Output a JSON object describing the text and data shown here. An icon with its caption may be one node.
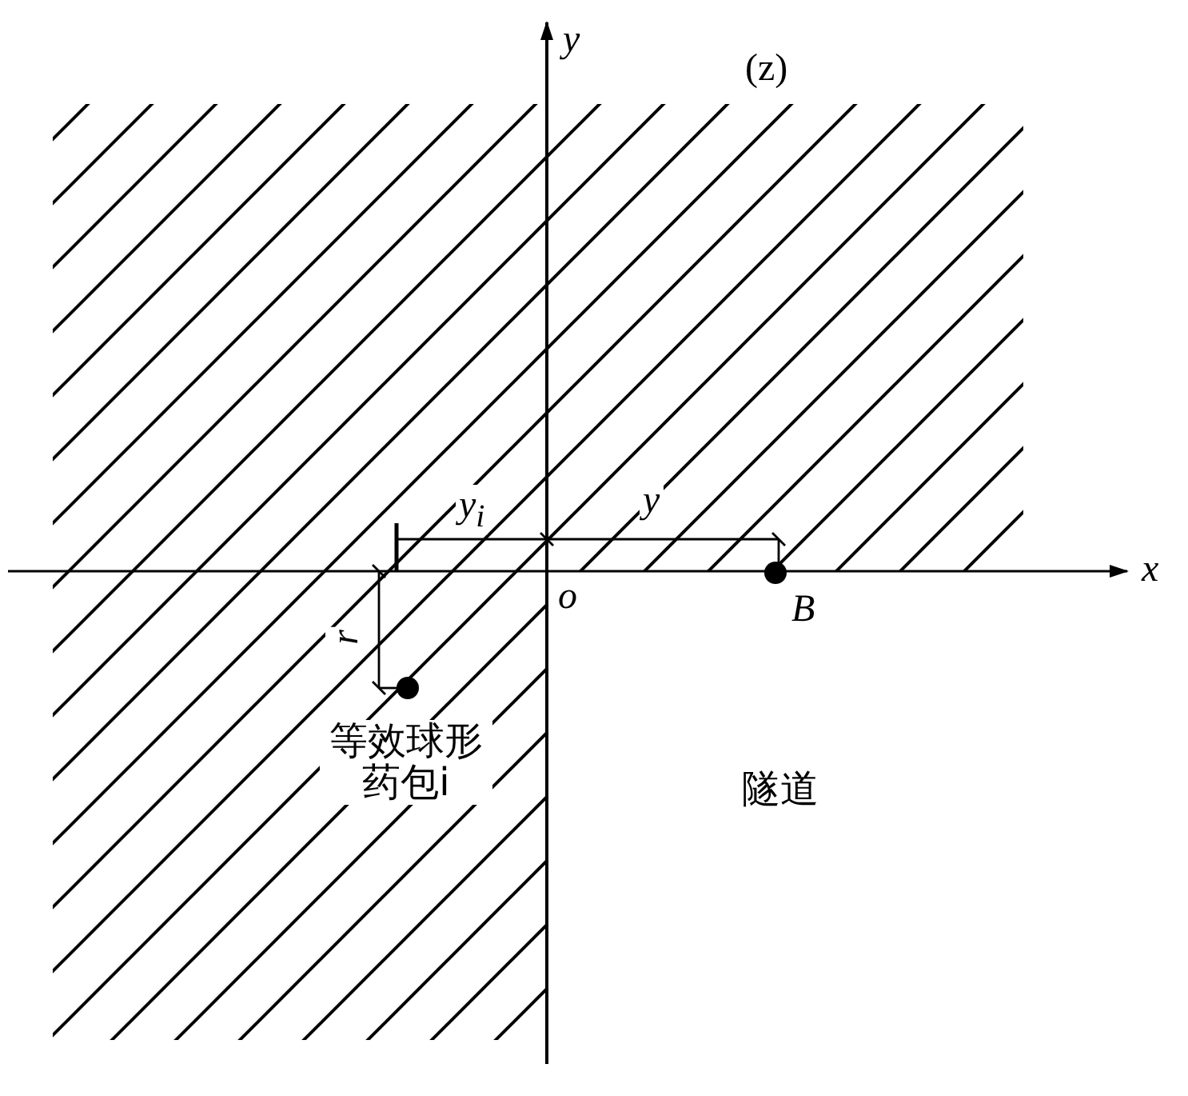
{
  "diagram": {
    "labels": [
      "y",
      "(z)",
      "y$_{i}$",
      "y",
      "x",
      "o",
      "B",
      "r",
      "等效球形药包i",
      "隧道"
    ]
  }
}
